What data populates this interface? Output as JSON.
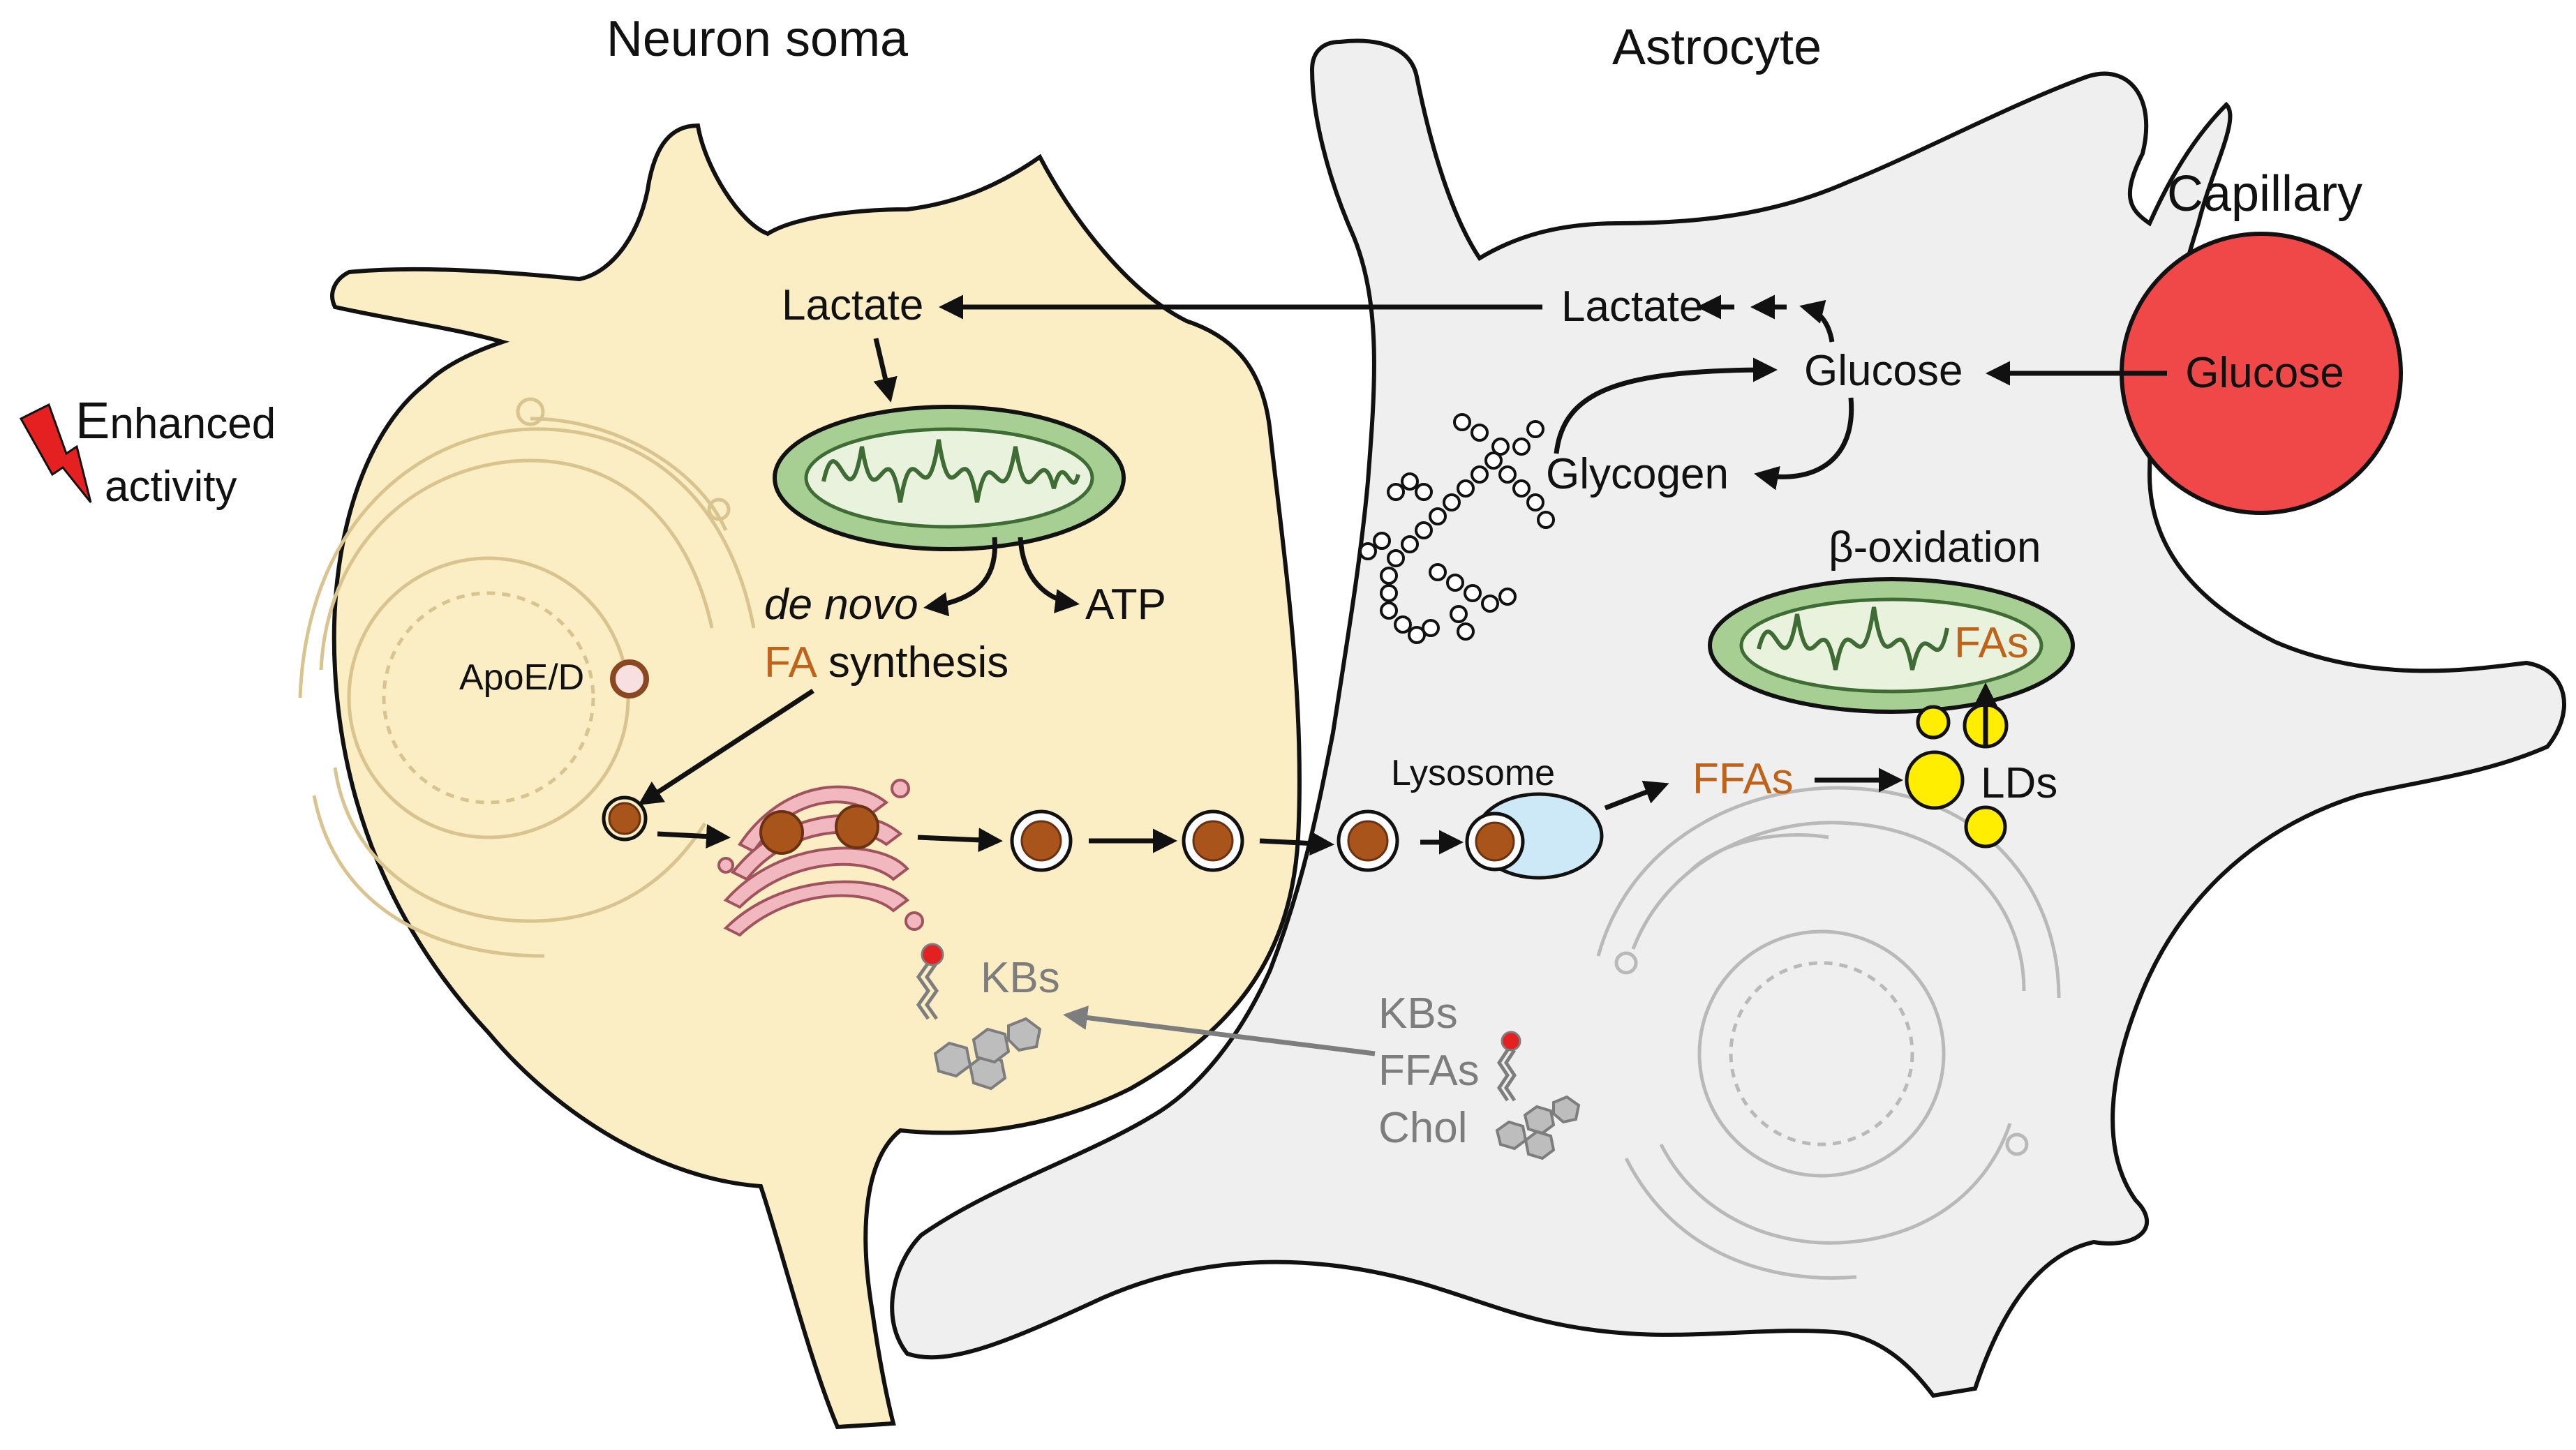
{
  "labels": {
    "neuron_title": "Neuron soma",
    "astrocyte_title": "Astrocyte",
    "capillary_title": "Capillary",
    "enhanced_line1_initial": "E",
    "enhanced_line1_rest": "nhanced",
    "enhanced_line2": "activity",
    "lactate_neuron": "Lactate",
    "lactate_astro": "Lactate",
    "glucose_astro": "Glucose",
    "glucose_capillary": "Glucose",
    "glycogen": "Glycogen",
    "de_novo": "de novo",
    "fa": "FA",
    "synthesis": "synthesis",
    "atp": "ATP",
    "apoe": "ApoE/D",
    "beta_oxidation": "β-oxidation",
    "fas": "FAs",
    "lysosome": "Lysosome",
    "ffas_orange": "FFAs",
    "lds": "LDs",
    "kbs_neuron": "KBs",
    "kbs_astro": "KBs",
    "ffas_astro": "FFAs",
    "chol": "Chol"
  },
  "colors": {
    "neuron_fill": "#fbedc4",
    "astrocyte_fill": "#efefef",
    "capillary_fill": "#f04848",
    "mito_fill": "#a7cf94",
    "mito_inner": "#e8f2dc",
    "golgi_fill": "#f2b8c0",
    "lipid_brown": "#a8541a",
    "ld_yellow": "#ffee00",
    "lysosome_blue": "#cde9f7",
    "orange_text": "#c0631a",
    "grey_text": "#7d7d7d"
  }
}
